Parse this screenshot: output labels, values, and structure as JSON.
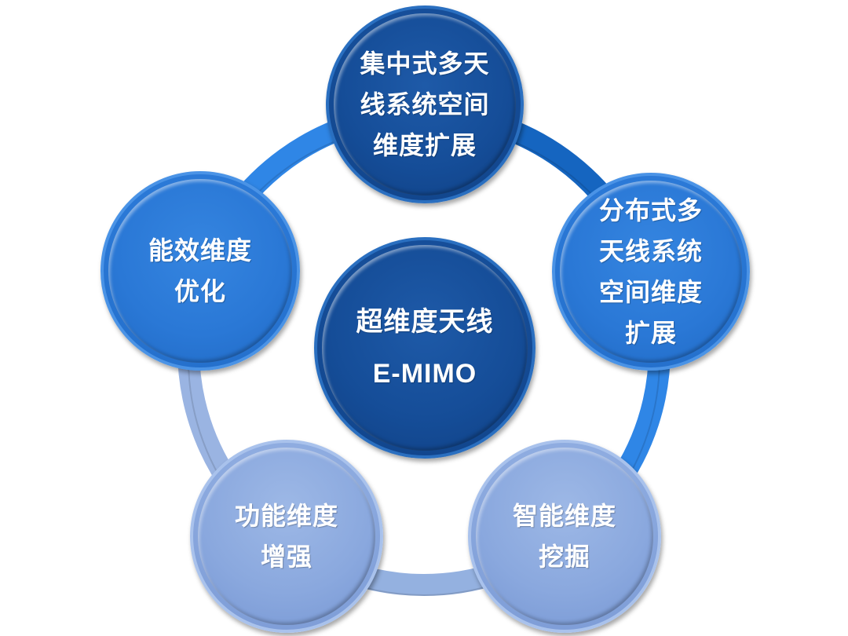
{
  "diagram": {
    "center": {
      "line1": "超维度天线",
      "line2": "E-MIMO",
      "color": "#154d98"
    },
    "nodes": [
      {
        "id": "top",
        "lines": [
          "集中式多天",
          "线系统空间",
          "维度扩展"
        ],
        "color": "#154d98"
      },
      {
        "id": "right",
        "lines": [
          "分布式多",
          "天线系统",
          "空间维度",
          "扩展"
        ],
        "color": "#2a78d6"
      },
      {
        "id": "bottom-right",
        "lines": [
          "智能维度",
          "挖掘"
        ],
        "color": "#8aa8de"
      },
      {
        "id": "bottom-left",
        "lines": [
          "功能维度",
          "增强"
        ],
        "color": "#8aa8de"
      },
      {
        "id": "left",
        "lines": [
          "能效维度",
          "优化"
        ],
        "color": "#2a78d6"
      }
    ],
    "ring_colors": {
      "top_to_right": "#1565c0",
      "right_to_bottom_right": "#2f86e6",
      "bottom": "#94b1e0",
      "bottom_left_to_left": "#9ab4e2",
      "left_to_top": "#2f86e6"
    }
  }
}
